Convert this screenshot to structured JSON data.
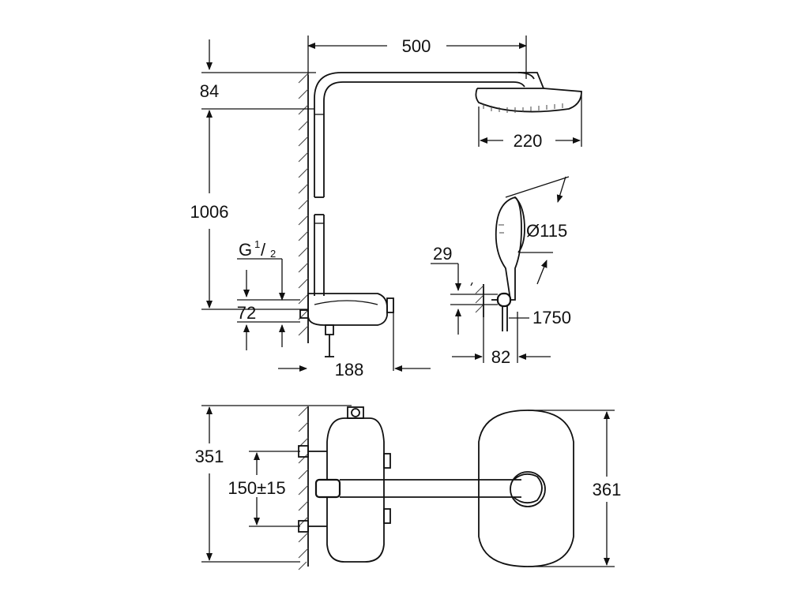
{
  "drawing": {
    "dimensions": {
      "arm_length": "500",
      "top_offset": "84",
      "height": "1006",
      "thread": "G",
      "thread_num": "1",
      "thread_den": "2",
      "inlet_offset": "72",
      "thermostat_depth": "188",
      "head_diameter": "220",
      "hand_shower_diameter": "Ø115",
      "hose_length": "1750",
      "holder_offset": "29",
      "holder_depth": "82",
      "thermostat_height": "351",
      "inlet_spacing": "150±15",
      "head_plan_size": "361"
    }
  }
}
